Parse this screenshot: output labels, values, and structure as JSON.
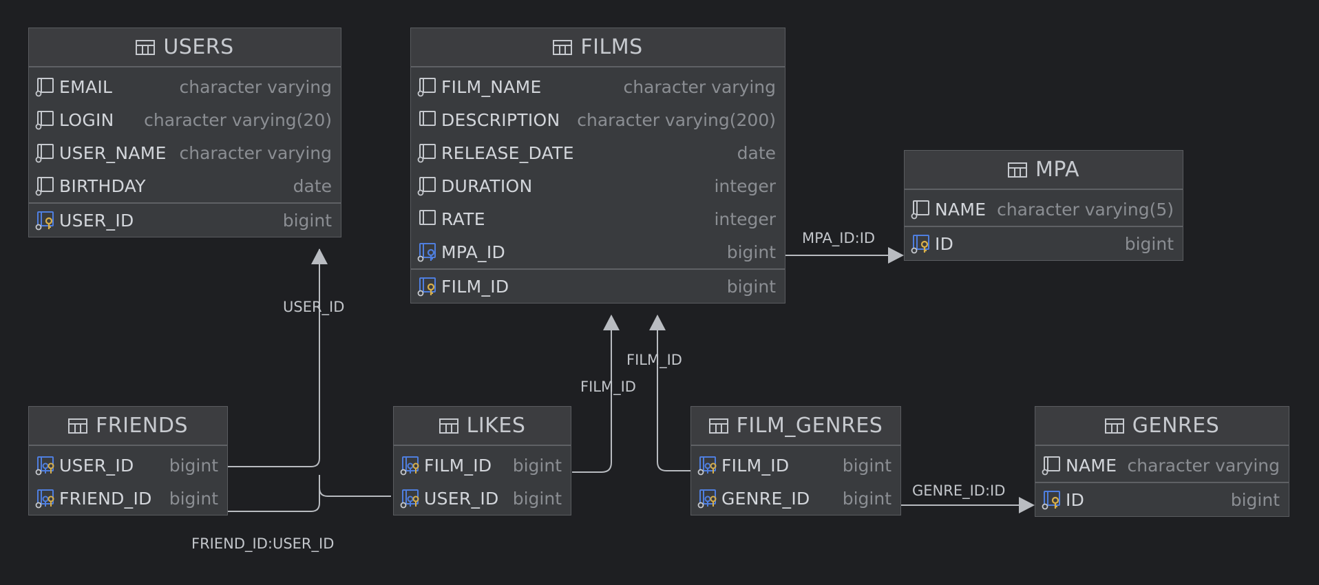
{
  "tables": {
    "users": {
      "name": "USERS",
      "columns": [
        {
          "name": "EMAIL",
          "type": "character varying"
        },
        {
          "name": "LOGIN",
          "type": "character varying(20)"
        },
        {
          "name": "USER_NAME",
          "type": "character varying"
        },
        {
          "name": "BIRTHDAY",
          "type": "date"
        }
      ],
      "pk": {
        "name": "USER_ID",
        "type": "bigint"
      }
    },
    "films": {
      "name": "FILMS",
      "columns": [
        {
          "name": "FILM_NAME",
          "type": "character varying"
        },
        {
          "name": "DESCRIPTION",
          "type": "character varying(200)"
        },
        {
          "name": "RELEASE_DATE",
          "type": "date"
        },
        {
          "name": "DURATION",
          "type": "integer"
        },
        {
          "name": "RATE",
          "type": "integer"
        },
        {
          "name": "MPA_ID",
          "type": "bigint"
        }
      ],
      "pk": {
        "name": "FILM_ID",
        "type": "bigint"
      }
    },
    "mpa": {
      "name": "MPA",
      "columns": [
        {
          "name": "NAME",
          "type": "character varying(5)"
        }
      ],
      "pk": {
        "name": "ID",
        "type": "bigint"
      }
    },
    "friends": {
      "name": "FRIENDS",
      "columns": [
        {
          "name": "USER_ID",
          "type": "bigint"
        },
        {
          "name": "FRIEND_ID",
          "type": "bigint"
        }
      ]
    },
    "likes": {
      "name": "LIKES",
      "columns": [
        {
          "name": "FILM_ID",
          "type": "bigint"
        },
        {
          "name": "USER_ID",
          "type": "bigint"
        }
      ]
    },
    "film_genres": {
      "name": "FILM_GENRES",
      "columns": [
        {
          "name": "FILM_ID",
          "type": "bigint"
        },
        {
          "name": "GENRE_ID",
          "type": "bigint"
        }
      ]
    },
    "genres": {
      "name": "GENRES",
      "columns": [
        {
          "name": "NAME",
          "type": "character varying"
        }
      ],
      "pk": {
        "name": "ID",
        "type": "bigint"
      }
    }
  },
  "relations": {
    "user_id": "USER_ID",
    "friend_id_user_id": "FRIEND_ID:USER_ID",
    "film_id_likes": "FILM_ID",
    "film_id_genres": "FILM_ID",
    "mpa_id": "MPA_ID:ID",
    "genre_id": "GENRE_ID:ID"
  },
  "colors": {
    "background": "#1e1f22",
    "table_body": "#393b3e",
    "edge": "#b9bcc1",
    "key_gold": "#d9b04a",
    "key_blue": "#4f7fe0"
  }
}
